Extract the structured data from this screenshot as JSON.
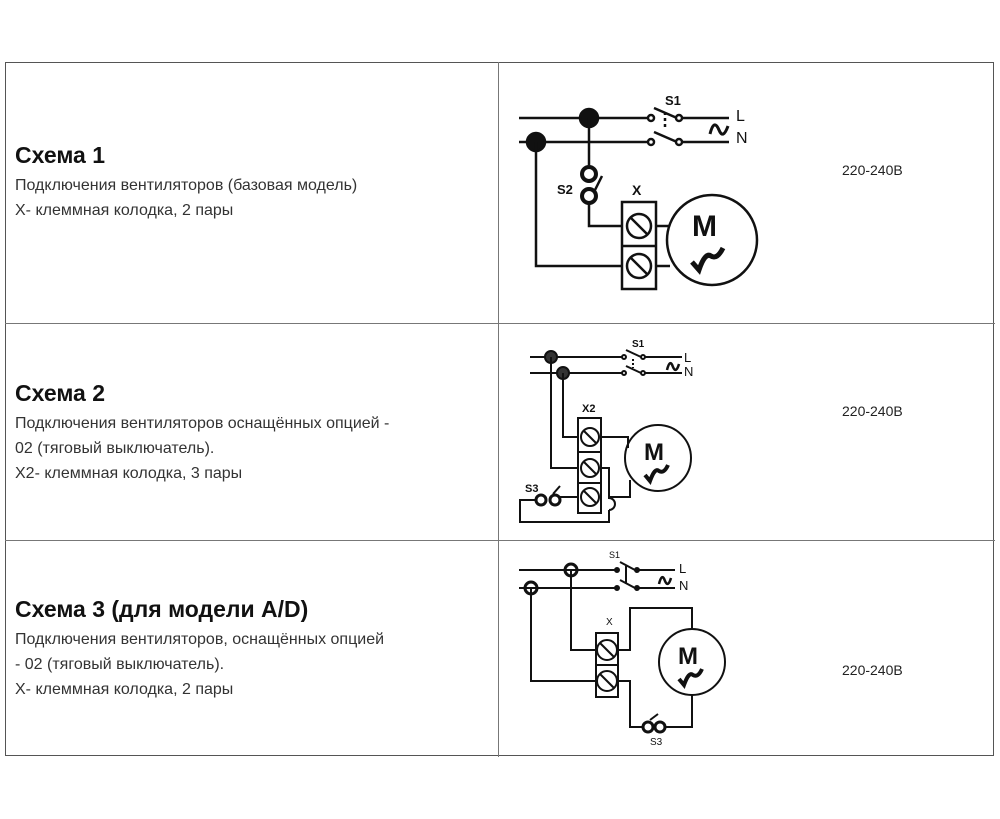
{
  "schemes": [
    {
      "title": "Схема 1",
      "lines": [
        "Подключения вентиляторов  (базовая модель)",
        "X- клеммная колодка, 2 пары"
      ],
      "voltage": "220-240В",
      "labels": {
        "s1": "S1",
        "s2": "S2",
        "x": "X",
        "l": "L",
        "n": "N",
        "m": "M"
      }
    },
    {
      "title": "Схема 2",
      "lines": [
        "Подключения вентиляторов оснащённых опцией -",
        "02 (тяговый выключатель).",
        "X2- клеммная колодка, 3 пары"
      ],
      "voltage": "220-240В",
      "labels": {
        "s1": "S1",
        "s3": "S3",
        "x": "X2",
        "l": "L",
        "n": "N",
        "m": "M"
      }
    },
    {
      "title": "Схема 3 (для модели A/D)",
      "lines": [
        "Подключения вентиляторов, оснащённых опцией",
        "- 02 (тяговый выключатель).",
        "X- клеммная колодка, 2 пары"
      ],
      "voltage": "220-240В",
      "labels": {
        "s1": "S1",
        "s3": "S3",
        "x": "X",
        "l": "L",
        "n": "N",
        "m": "M"
      }
    }
  ]
}
